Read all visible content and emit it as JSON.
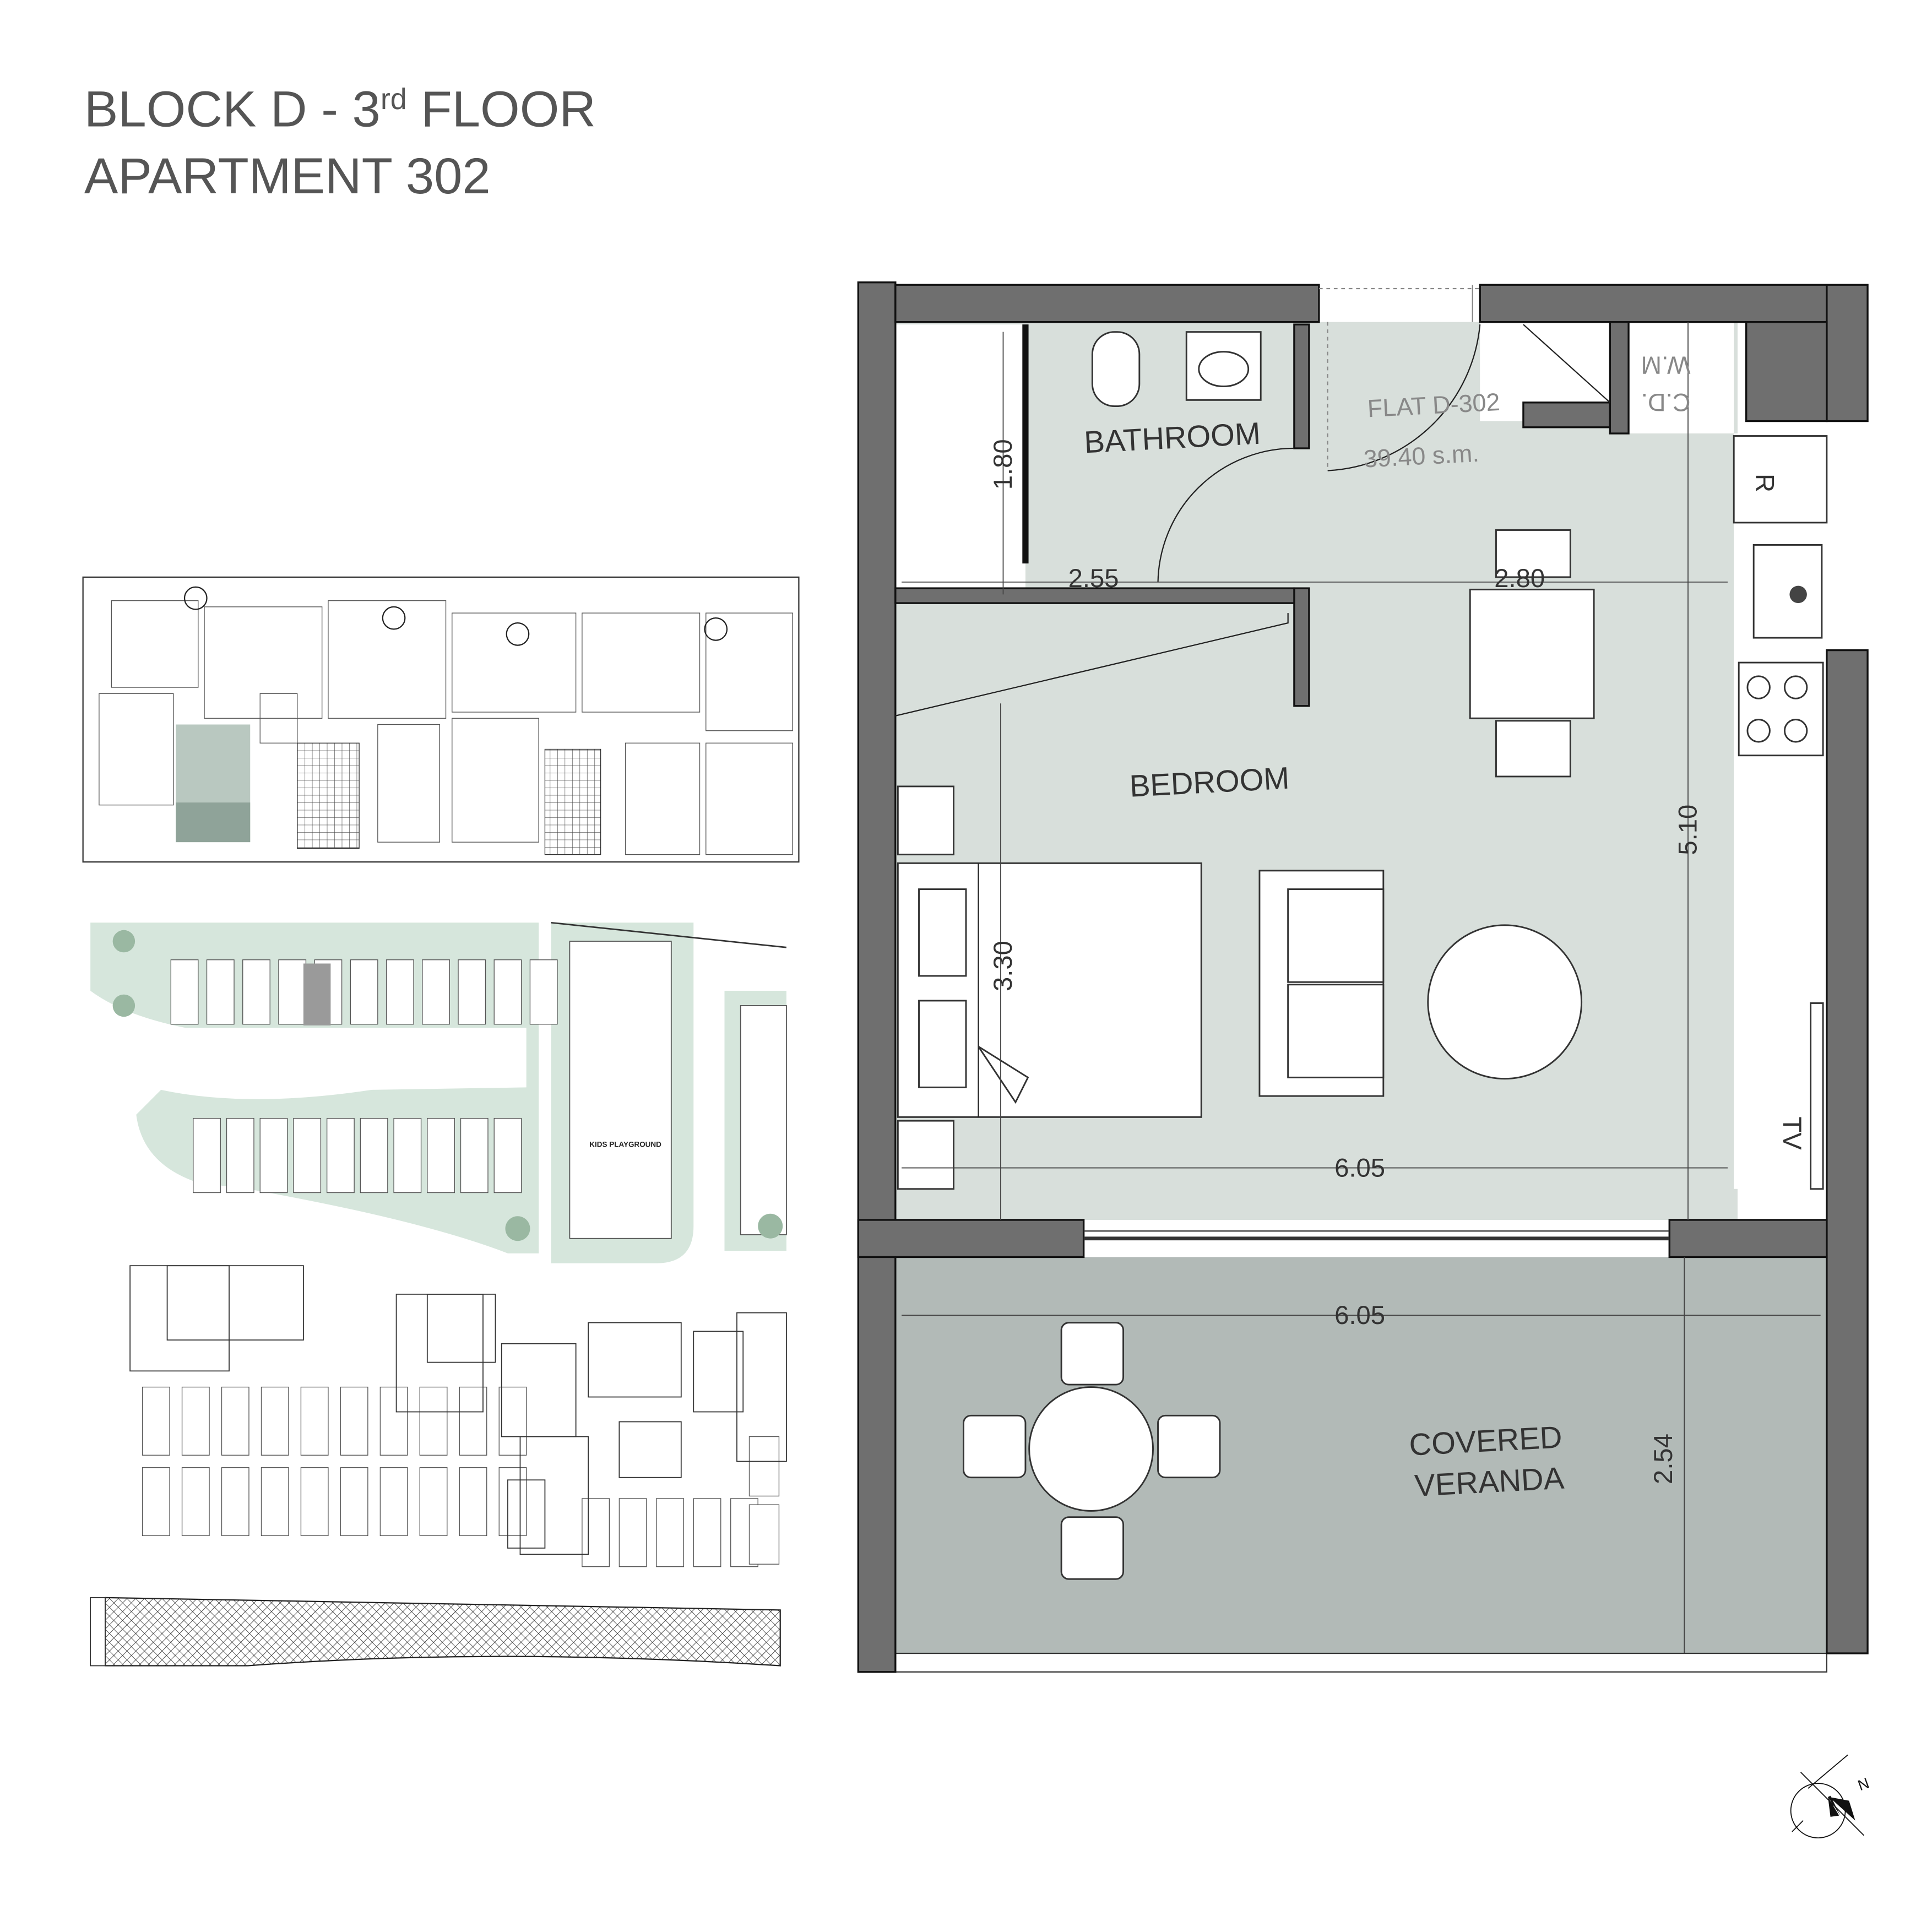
{
  "header": {
    "line1_prefix": "BLOCK D - 3",
    "line1_sup": "rd",
    "line1_suffix": " FLOOR",
    "line2": "APARTMENT 302"
  },
  "plan": {
    "flat_label": "FLAT D-302",
    "area": "39.40 s.m.",
    "rooms": {
      "bathroom": "BATHROOM",
      "bedroom": "BEDROOM",
      "veranda_line1": "COVERED",
      "veranda_line2": "VERANDA"
    },
    "fixtures": {
      "cd": "C.D.",
      "wm": "W.M",
      "fridge": "R",
      "tv": "TV"
    },
    "dimensions": {
      "bath_height": "1.80",
      "bath_width": "2.55",
      "kitchen_width": "2.80",
      "bed_depth": "3.30",
      "room_depth": "5.10",
      "room_width": "6.05",
      "veranda_width": "6.05",
      "veranda_depth": "2.54"
    },
    "colors": {
      "interior": "#d8dfdb",
      "veranda": "#b2bab7",
      "wall": "#6f6f6f",
      "green_space": "#d6e6dc"
    }
  },
  "site": {
    "playground_label": "KIDS PLAYGROUND"
  },
  "compass": {
    "label": "N",
    "icon": "north-arrow-icon"
  }
}
